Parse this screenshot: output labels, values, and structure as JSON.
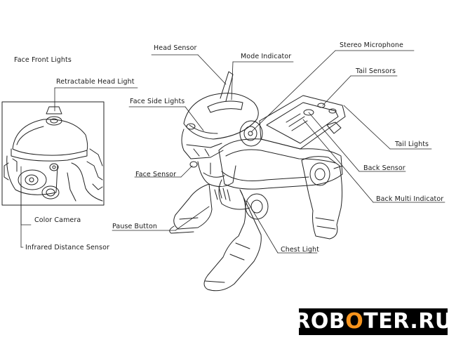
{
  "labels": {
    "face_front_lights": "Face Front Lights",
    "retractable_head_light": "Retractable Head Light",
    "head_sensor": "Head Sensor",
    "mode_indicator": "Mode Indicator",
    "stereo_microphone": "Stereo Microphone",
    "tail_sensors": "Tail Sensors",
    "face_side_lights": "Face Side Lights",
    "tail_lights": "Tail Lights",
    "back_sensor": "Back Sensor",
    "face_sensor": "Face Sensor",
    "back_multi_indicator": "Back Multi Indicator",
    "color_camera": "Color Camera",
    "pause_button": "Pause Button",
    "infrared_distance_sensor": "Infrared Distance Sensor",
    "chest_light": "Chest Light"
  },
  "watermark": {
    "text_part_1": "ROB",
    "text_part_2": "O",
    "text_part_3": "TER.RU",
    "accent_color": "#f7941d",
    "background_color": "#000000"
  }
}
